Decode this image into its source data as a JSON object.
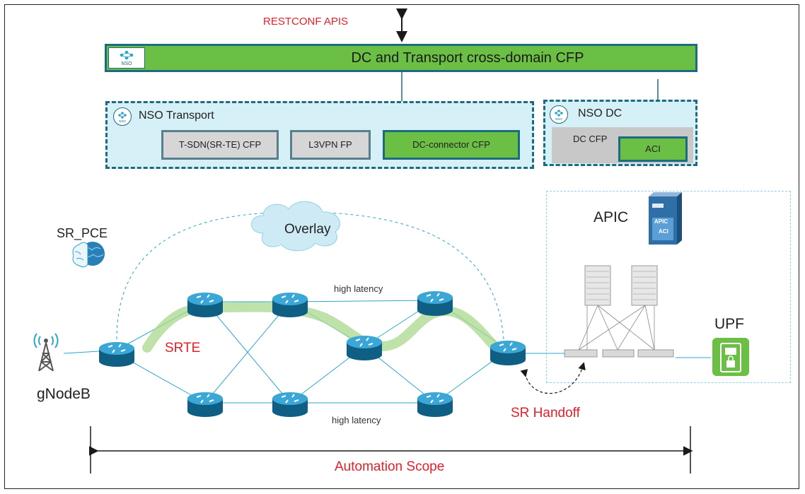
{
  "top": {
    "restconf_label": "RESTCONF APIS",
    "cfp_title": "DC and Transport cross-domain CFP"
  },
  "nso_transport": {
    "title": "NSO Transport",
    "boxes": [
      "T-SDN(SR-TE) CFP",
      "L3VPN FP",
      "DC-connector CFP"
    ]
  },
  "nso_dc": {
    "title": "NSO DC",
    "dc_cfp": "DC CFP",
    "aci": "ACI"
  },
  "network": {
    "sr_pce": "SR_PCE",
    "overlay": "Overlay",
    "srte": "SRTE",
    "high_latency_top": "high latency",
    "high_latency_bottom": "high latency",
    "gnodeb": "gNodeB",
    "apic": "APIC",
    "apic_icon_text_1": "APIC",
    "apic_icon_text_2": "ACI",
    "upf": "UPF",
    "sr_handoff": "SR Handoff",
    "automation_scope": "Automation Scope"
  },
  "colors": {
    "accent_red": "#e0202b",
    "green": "#6cbf45",
    "panel_fill": "#d6f0f7",
    "border_teal": "#1e6b80",
    "link": "#2ba6cb"
  }
}
